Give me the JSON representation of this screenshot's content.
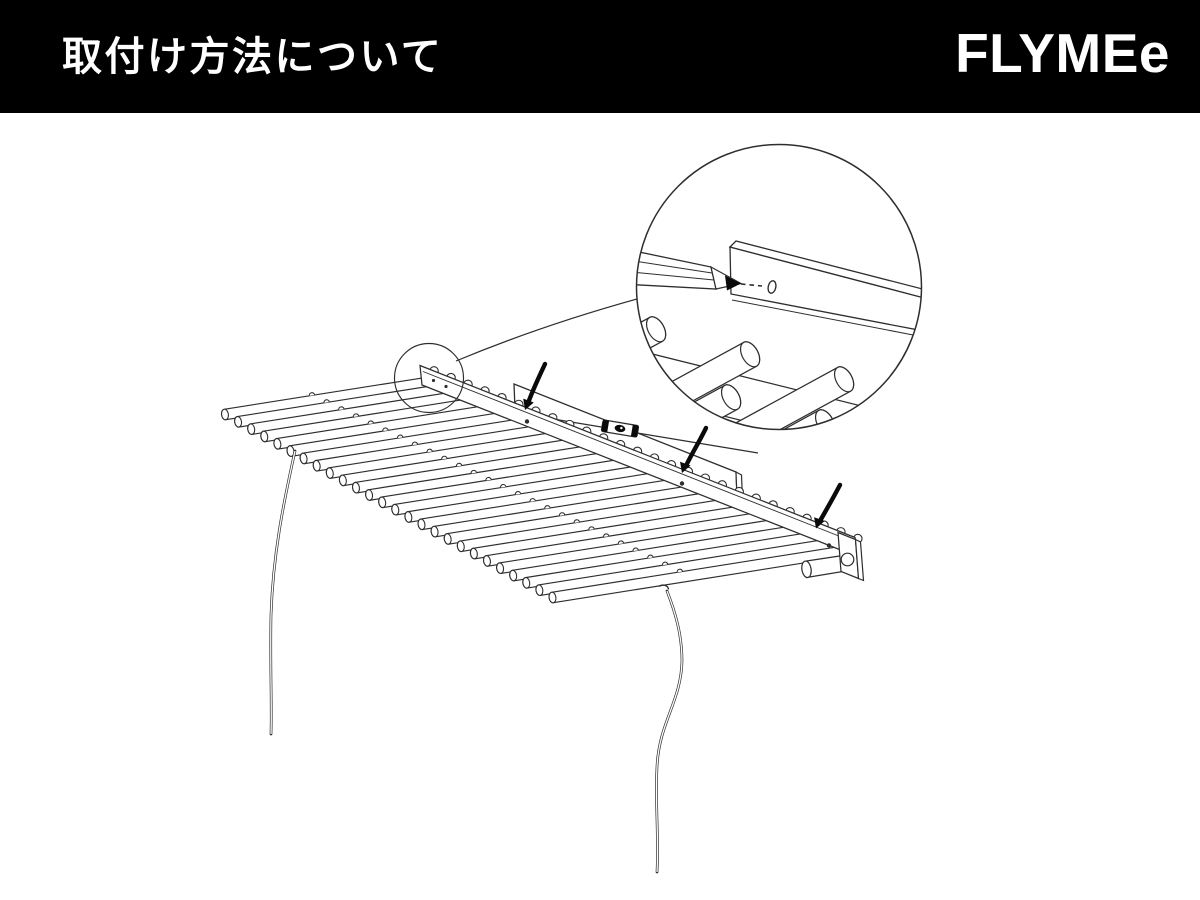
{
  "header": {
    "title": "取付け方法について",
    "brand": "FLYMEe"
  },
  "colors": {
    "header_bg": "#000000",
    "header_text": "#ffffff",
    "line": "#2e2e2e",
    "arrow": "#0a0a0a",
    "background": "#ffffff"
  },
  "icons": {
    "pencil": "pencil-icon",
    "string_level": "string-level-icon",
    "curved_arrow": "curved-down-arrow-icon",
    "magnifier_circle": "zoom-detail-circle",
    "callout_circle": "detail-source-circle",
    "screw_hole": "screw-hole-dot"
  }
}
